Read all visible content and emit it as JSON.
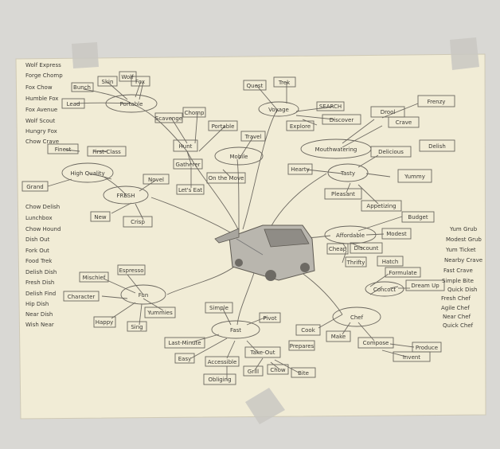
{
  "photo": {
    "wall_color": "#d9d8d4",
    "paper_color": "#f1ecd6",
    "tape_color": "#c9c8c2",
    "center_icon": "food-truck-icon"
  },
  "center": {
    "label": ""
  },
  "hubs": [
    {
      "id": "portable",
      "text": "Portable"
    },
    {
      "id": "mobile",
      "text": "Mobile"
    },
    {
      "id": "voyage",
      "text": "Voyage"
    },
    {
      "id": "hunt",
      "text": "Hunt"
    },
    {
      "id": "highquality",
      "text": "High Quality"
    },
    {
      "id": "fresh",
      "text": "FRESH"
    },
    {
      "id": "mouthwatering",
      "text": "Mouthwatering"
    },
    {
      "id": "tasty",
      "text": "Tasty"
    },
    {
      "id": "affordable",
      "text": "Affordable"
    },
    {
      "id": "fun",
      "text": "Fun"
    },
    {
      "id": "fast",
      "text": "Fast"
    },
    {
      "id": "chef",
      "text": "Chef"
    },
    {
      "id": "concoct",
      "text": "Concoct"
    }
  ],
  "words": [
    {
      "id": "w1",
      "text": "Bunch"
    },
    {
      "id": "w2",
      "text": "Skin"
    },
    {
      "id": "w3",
      "text": "Wolf"
    },
    {
      "id": "w4",
      "text": "Fox"
    },
    {
      "id": "w5",
      "text": "Lead"
    },
    {
      "id": "w6",
      "text": "Scavenge"
    },
    {
      "id": "w7",
      "text": "Chomp"
    },
    {
      "id": "w8",
      "text": "Portable"
    },
    {
      "id": "w9",
      "text": "Quest"
    },
    {
      "id": "w10",
      "text": "Trek"
    },
    {
      "id": "w11",
      "text": "SEARCH"
    },
    {
      "id": "w12",
      "text": "Explore"
    },
    {
      "id": "w13",
      "text": "Discover"
    },
    {
      "id": "w14",
      "text": "Travel"
    },
    {
      "id": "w15",
      "text": "Gatherer"
    },
    {
      "id": "w16",
      "text": "On the Move"
    },
    {
      "id": "w17",
      "text": "Let's Eat"
    },
    {
      "id": "w18",
      "text": "Finest"
    },
    {
      "id": "w19",
      "text": "First-Class"
    },
    {
      "id": "w20",
      "text": "Grand"
    },
    {
      "id": "w21",
      "text": "Novel"
    },
    {
      "id": "w22",
      "text": "New"
    },
    {
      "id": "w23",
      "text": "Crisp"
    },
    {
      "id": "w24",
      "text": "Drool"
    },
    {
      "id": "w25",
      "text": "Frenzy"
    },
    {
      "id": "w26",
      "text": "Crave"
    },
    {
      "id": "w27",
      "text": "Delicious"
    },
    {
      "id": "w28",
      "text": "Delish"
    },
    {
      "id": "w29",
      "text": "Hearty"
    },
    {
      "id": "w30",
      "text": "Yummy"
    },
    {
      "id": "w31",
      "text": "Pleasant"
    },
    {
      "id": "w32",
      "text": "Appetizing"
    },
    {
      "id": "w33",
      "text": "Budget"
    },
    {
      "id": "w34",
      "text": "Modest"
    },
    {
      "id": "w35",
      "text": "Cheap"
    },
    {
      "id": "w36",
      "text": "Discount"
    },
    {
      "id": "w37",
      "text": "Thrifty"
    },
    {
      "id": "w38",
      "text": "Hatch"
    },
    {
      "id": "w39",
      "text": "Formulate"
    },
    {
      "id": "w40",
      "text": "Dream Up"
    },
    {
      "id": "w41",
      "text": "Espresso"
    },
    {
      "id": "w42",
      "text": "Mischief"
    },
    {
      "id": "w43",
      "text": "Character"
    },
    {
      "id": "w44",
      "text": "Yummies"
    },
    {
      "id": "w45",
      "text": "Happy"
    },
    {
      "id": "w46",
      "text": "Sing"
    },
    {
      "id": "w47",
      "text": "Simple"
    },
    {
      "id": "w48",
      "text": "Pivot"
    },
    {
      "id": "w49",
      "text": "Last-Minute"
    },
    {
      "id": "w50",
      "text": "Easy"
    },
    {
      "id": "w51",
      "text": "Accessible"
    },
    {
      "id": "w52",
      "text": "Take-Out"
    },
    {
      "id": "w53",
      "text": "Grill"
    },
    {
      "id": "w54",
      "text": "Chow"
    },
    {
      "id": "w55",
      "text": "Bite"
    },
    {
      "id": "w56",
      "text": "Obliging"
    },
    {
      "id": "w57",
      "text": "Cook"
    },
    {
      "id": "w58",
      "text": "Make"
    },
    {
      "id": "w59",
      "text": "Prepares"
    },
    {
      "id": "w60",
      "text": "Compose"
    },
    {
      "id": "w61",
      "text": "Produce"
    },
    {
      "id": "w62",
      "text": "Invent"
    }
  ],
  "left_list_top": [
    "Wolf Express",
    "Forge Chomp",
    "Fox Chow",
    "Humble Fox",
    "Fox Avenue",
    "Wolf Scout",
    "Hungry Fox",
    "Chow Crave"
  ],
  "left_list_bottom": [
    "Chow Delish",
    "Lunchbox",
    "Chow Hound",
    "Dish Out",
    "Fork Out",
    "Food Trek",
    "Delish Dish",
    "Fresh Dish",
    "Delish Find",
    "Hip Dish",
    "Near Dish",
    "Wish Near"
  ],
  "right_list": [
    "Yum Grub",
    "Modest Grub",
    "Yum Ticket",
    "Nearby Crave",
    "Fast Crave",
    "Simple Bite",
    "Quick Dish",
    "Fresh Chef",
    "Agile Chef",
    "Near Chef",
    "Quick Chef"
  ]
}
